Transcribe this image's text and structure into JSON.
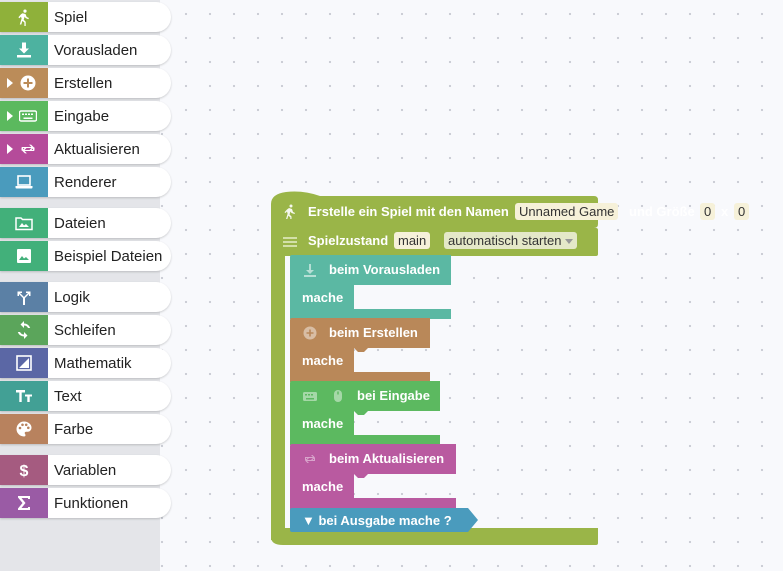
{
  "toolbox": {
    "categories": [
      {
        "label": "Spiel",
        "icon": "run-icon",
        "color": "#8fb13a",
        "has_arrow": false
      },
      {
        "label": "Vorausladen",
        "icon": "download-icon",
        "color": "#4db2a0",
        "has_arrow": false
      },
      {
        "label": "Erstellen",
        "icon": "plus-circle-icon",
        "color": "#bb8c59",
        "has_arrow": true
      },
      {
        "label": "Eingabe",
        "icon": "keyboard-icon",
        "color": "#5bb95e",
        "has_arrow": true
      },
      {
        "label": "Aktualisieren",
        "icon": "repeat-icon",
        "color": "#b54b9a",
        "has_arrow": true
      },
      {
        "label": "Renderer",
        "icon": "laptop-icon",
        "color": "#4a9bbd",
        "has_arrow": false
      },
      {
        "label": "Dateien",
        "icon": "folder-images-icon",
        "color": "#42b07a",
        "has_arrow": false
      },
      {
        "label": "Beispiel Dateien",
        "icon": "image-icon",
        "color": "#42b07a",
        "has_arrow": false
      },
      {
        "label": "Logik",
        "icon": "fork-icon",
        "color": "#5b80a5",
        "has_arrow": false
      },
      {
        "label": "Schleifen",
        "icon": "loop-icon",
        "color": "#5ba55b",
        "has_arrow": false
      },
      {
        "label": "Mathematik",
        "icon": "math-icon",
        "color": "#5b67a5",
        "has_arrow": false
      },
      {
        "label": "Text",
        "icon": "text-icon",
        "color": "#42a095",
        "has_arrow": false
      },
      {
        "label": "Farbe",
        "icon": "palette-icon",
        "color": "#b8825e",
        "has_arrow": false
      },
      {
        "label": "Variablen",
        "icon": "dollar-icon",
        "color": "#a55b80",
        "has_arrow": false
      },
      {
        "label": "Funktionen",
        "icon": "sigma-icon",
        "color": "#9a5ba5",
        "has_arrow": false
      }
    ]
  },
  "blocks": {
    "game": {
      "prefix": "Erstelle ein Spiel mit den Namen",
      "name_value": "Unnamed Game",
      "size_label": "und Größe",
      "width_value": "0",
      "times": "x",
      "height_value": "0",
      "color": "#9ab548"
    },
    "state": {
      "label": "Spielzustand",
      "state_value": "main",
      "mode_value": "automatisch starten"
    },
    "preload": {
      "label": "beim Vorausladen",
      "do": "mache",
      "color": "#5bb8a3"
    },
    "create": {
      "label": "beim Erstellen",
      "do": "mache",
      "color": "#b98859"
    },
    "input": {
      "label": "bei Eingabe",
      "do": "mache",
      "color": "#5cb960"
    },
    "update": {
      "label": "beim Aktualisieren",
      "do": "mache",
      "color": "#b95aa0"
    },
    "render": {
      "label": "▼ bei Ausgabe mache ?",
      "color": "#4a9bbd"
    }
  },
  "colors": {
    "workspace": "#f8f9fc",
    "toolbox": "#e4e5e9"
  }
}
